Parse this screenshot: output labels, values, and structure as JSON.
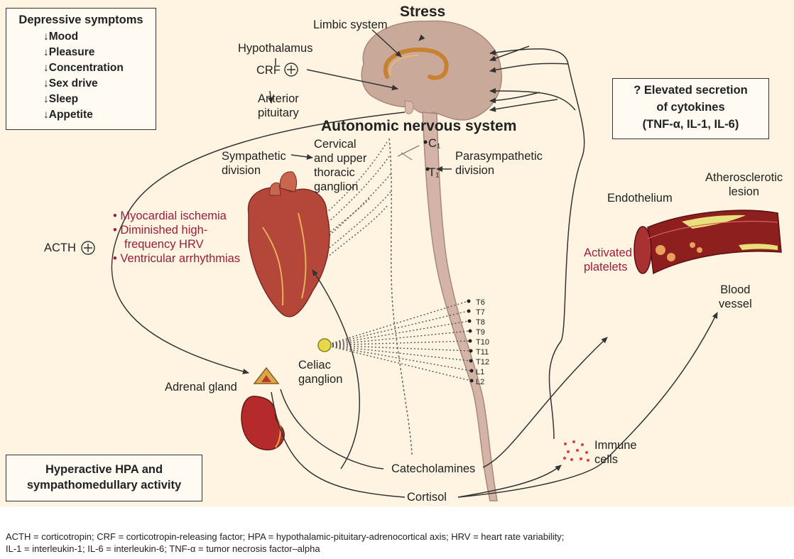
{
  "colors": {
    "panel_bg": "#fff4e2",
    "accent_red": "#9c1c3a",
    "brain": "#c9a99a",
    "spine": "#d4b4a6",
    "heart": "#b5463a",
    "vessel": "#8e1f1f",
    "plaque": "#e8e07a"
  },
  "depressive_box": {
    "title": "Depressive symptoms",
    "items": [
      "↓Mood",
      "↓Pleasure",
      "↓Concentration",
      "↓Sex drive",
      "↓Sleep",
      "↓Appetite"
    ]
  },
  "labels": {
    "stress": "Stress",
    "limbic": "Limbic system",
    "hypothalamus": "Hypothalamus",
    "crf": "CRF",
    "anterior_pituitary": [
      "Anterior",
      "pituitary"
    ],
    "ans": "Autonomic nervous system",
    "sympathetic": [
      "Sympathetic",
      "division"
    ],
    "cervical": [
      "Cervical",
      "and upper",
      "thoracic",
      "ganglion"
    ],
    "parasympathetic": [
      "Parasympathetic",
      "division"
    ],
    "acth": "ACTH",
    "adrenal": "Adrenal gland",
    "celiac": [
      "Celiac",
      "ganglion"
    ],
    "catecholamines": "Catecholamines",
    "cortisol": "Cortisol",
    "immune": [
      "Immune",
      "cells"
    ],
    "activated_platelets": [
      "Activated",
      "platelets"
    ],
    "endothelium": "Endothelium",
    "atherosclerotic": [
      "Atherosclerotic",
      "lesion"
    ],
    "blood_vessel": [
      "Blood",
      "vessel"
    ],
    "c1": "C₁",
    "t1": "T₁"
  },
  "heart_effects": [
    "• Myocardial ischemia",
    "• Diminished high-",
    "frequency HRV",
    "• Ventricular arrhythmias"
  ],
  "segments": [
    "T6",
    "T7",
    "T8",
    "T9",
    "T10",
    "T11",
    "T12",
    "L1",
    "L2"
  ],
  "cytokine_box": {
    "line1": "? Elevated secretion",
    "line2": "of cytokines",
    "line3": "(TNF-α, IL-1, IL-6)"
  },
  "hpa_box": {
    "line1": "Hyperactive HPA and",
    "line2": "sympathomedullary activity"
  },
  "footnote": {
    "line1": "ACTH = corticotropin; CRF = corticotropin-releasing factor; HPA = hypothalamic-pituitary-adrenocortical axis; HRV = heart rate variability;",
    "line2": "IL-1 = interleukin-1; IL-6 = interleukin-6; TNF-α = tumor necrosis factor–alpha"
  }
}
